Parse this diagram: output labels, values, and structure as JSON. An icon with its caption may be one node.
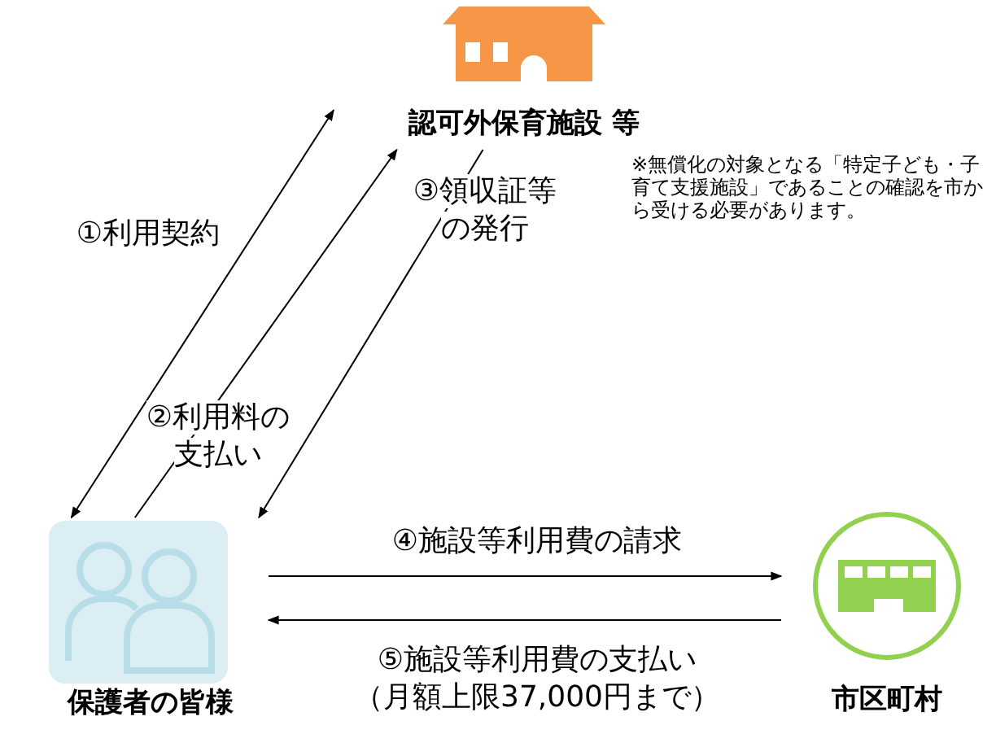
{
  "diagram": {
    "nodes": [
      {
        "text": [
          "認可外保育施設 等"
        ]
      },
      {
        "text": [
          "保護者の皆様"
        ]
      },
      {
        "text": [
          "市区町村"
        ]
      }
    ],
    "edges": [
      {
        "from": 1,
        "to": 0,
        "arrow": "both",
        "label": "①利用契約"
      },
      {
        "from": 1,
        "to": 0,
        "arrow": "to",
        "label": "②利用料の支払い"
      },
      {
        "from": 0,
        "to": 1,
        "arrow": "to",
        "label": "③領収証等の発行"
      },
      {
        "from": 1,
        "to": 2,
        "arrow": "to",
        "label": "④施設等利用費の請求"
      },
      {
        "from": 2,
        "to": 1,
        "arrow": "to",
        "label": "⑤施設等利用費の支払い"
      }
    ],
    "labels": [
      "（月額上限37,000円まで）",
      "※無償化の対象となる「特定子ども・子育て支援施設」であることの確認を市から受ける必要があります。"
    ]
  }
}
